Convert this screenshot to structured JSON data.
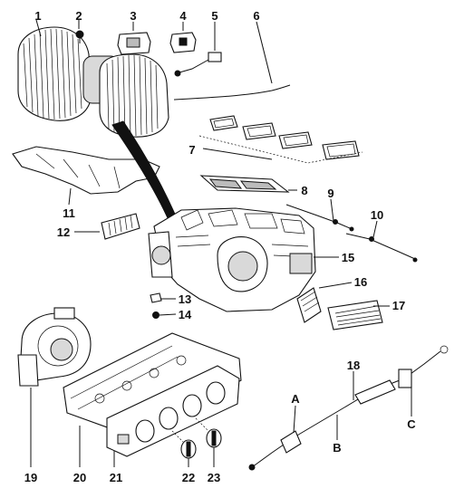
{
  "callouts": {
    "n1": "1",
    "n2": "2",
    "n3": "3",
    "n4": "4",
    "n5": "5",
    "n6": "6",
    "n7": "7",
    "n8": "8",
    "n9": "9",
    "n10": "10",
    "n11": "11",
    "n12": "12",
    "n13": "13",
    "n14": "14",
    "n15": "15",
    "n16": "16",
    "n17": "17",
    "n18": "18",
    "n19": "19",
    "n20": "20",
    "n21": "21",
    "n22": "22",
    "n23": "23",
    "a": "A",
    "b": "B",
    "c": "C"
  }
}
